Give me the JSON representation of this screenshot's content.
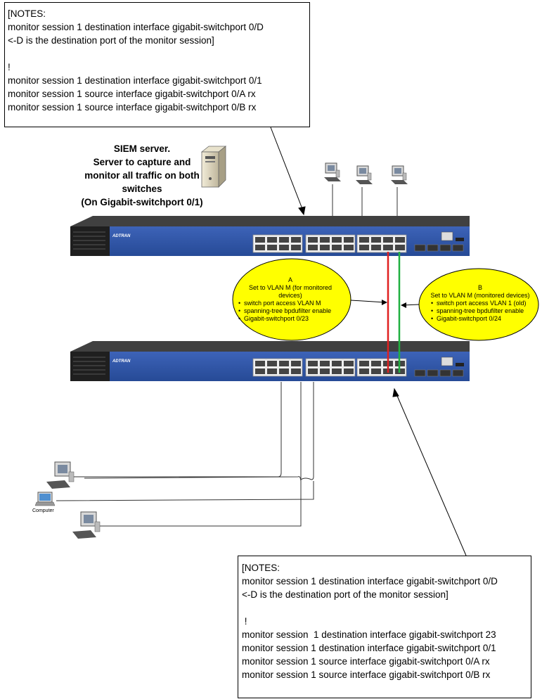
{
  "notes_top": {
    "lines": [
      "[NOTES:",
      "monitor session 1 destination interface gigabit-switchport 0/D",
      "<-D is the destination port of the monitor session]",
      "",
      "!",
      "monitor session 1 destination interface gigabit-switchport 0/1",
      "monitor session 1 source interface gigabit-switchport 0/A rx",
      "monitor session 1 source interface gigabit-switchport 0/B rx"
    ]
  },
  "notes_bottom": {
    "lines": [
      "[NOTES:",
      "monitor session 1 destination interface gigabit-switchport 0/D",
      "<-D is the destination port of the monitor session]",
      "",
      " !",
      "monitor session  1 destination interface gigabit-switchport 23",
      "monitor session 1 destination interface gigabit-switchport 0/1",
      "monitor session 1 source interface gigabit-switchport 0/A rx",
      "monitor session 1 source interface gigabit-switchport 0/B rx"
    ]
  },
  "siem": {
    "lines": [
      "SIEM server.",
      "Server to capture and",
      "monitor all traffic on both",
      "switches",
      "(On Gigabit-switchport 0/1)"
    ]
  },
  "switches": {
    "brand": "ADTRAN"
  },
  "bubble_a": {
    "title": "A",
    "subtitle_1": "Set to VLAN M (for monitored",
    "subtitle_2": "devices)",
    "bullets": [
      "switch port access VLAN M",
      "spanning-tree bpdufilter enable",
      "Gigabit-switchport 0/23"
    ]
  },
  "bubble_b": {
    "title": "B",
    "subtitle": "Set to VLAN M (monitored devices)",
    "bullets": [
      "switch port access VLAN 1 (old)",
      "spanning-tree bpdufilter enable",
      "Gigabit-switchport 0/24"
    ]
  },
  "computer_label": "Computer",
  "colors": {
    "switch_blue": "#2f55a8",
    "bubble_fill": "#ffff00",
    "link_red": "#e02020",
    "link_green": "#20b040"
  },
  "icons": [
    "server-icon",
    "workstation-icon",
    "laptop-icon"
  ]
}
